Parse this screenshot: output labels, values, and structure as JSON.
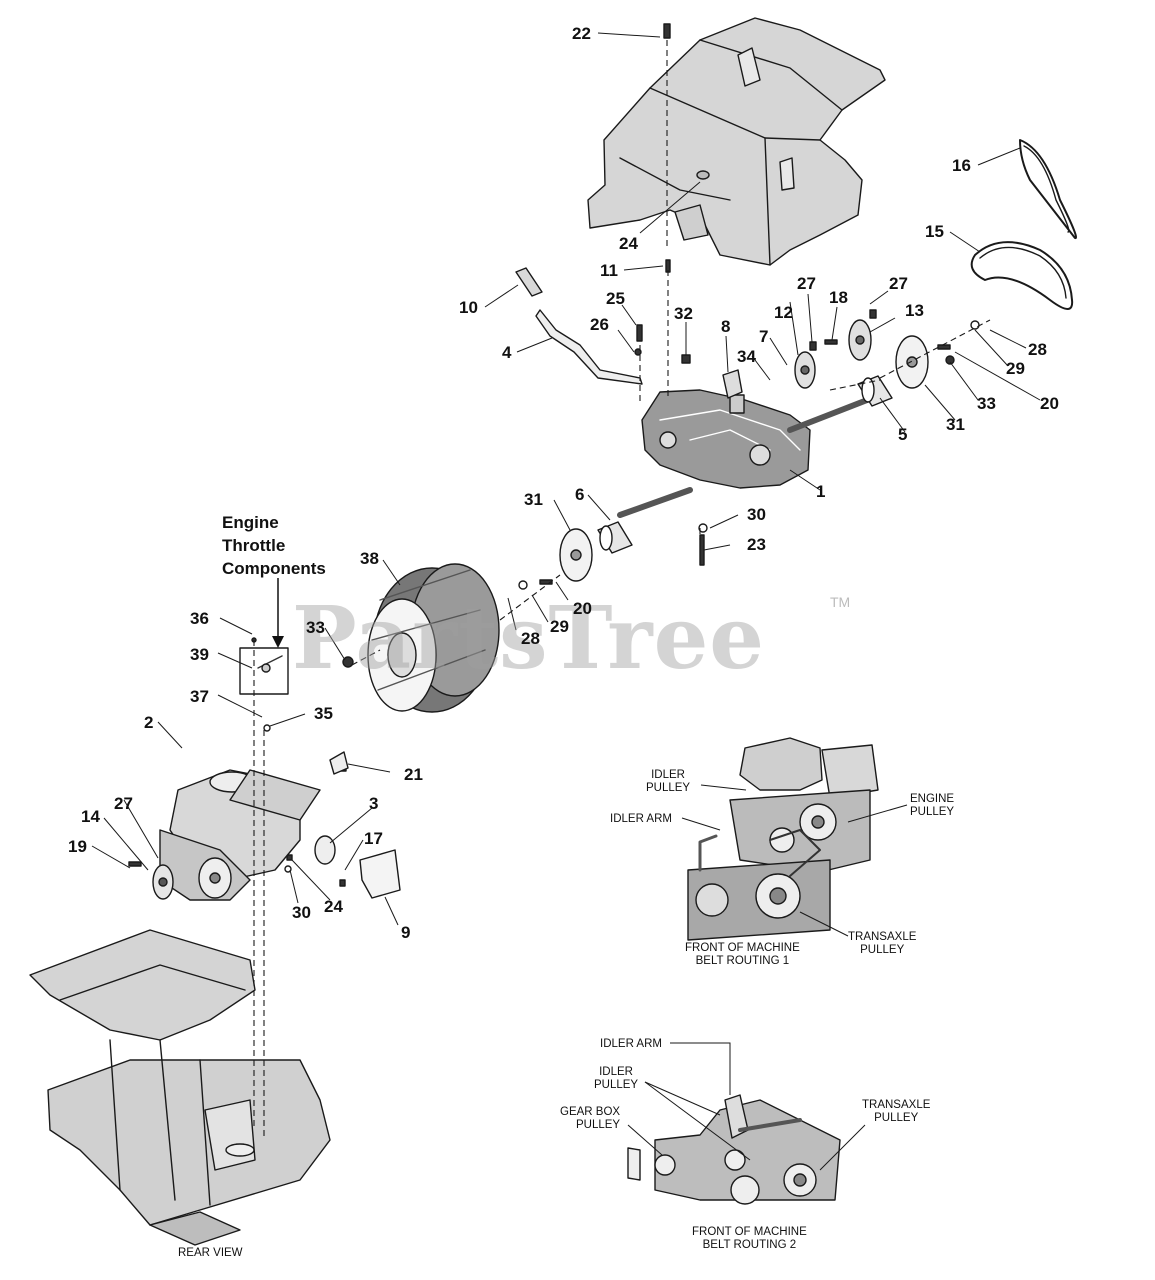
{
  "watermark": {
    "text": "PartsTree",
    "tm": "TM"
  },
  "title_block": {
    "line1": "Engine",
    "line2": "Throttle",
    "line3": "Components"
  },
  "callouts": {
    "c22": "22",
    "c16": "16",
    "c15": "15",
    "c24a": "24",
    "c11": "11",
    "c10": "10",
    "c25": "25",
    "c26": "26",
    "c4": "4",
    "c32": "32",
    "c8": "8",
    "c34": "34",
    "c7": "7",
    "c12": "12",
    "c27a": "27",
    "c18": "18",
    "c27b": "27",
    "c13": "13",
    "c28a": "28",
    "c29a": "29",
    "c20a": "20",
    "c33a": "33",
    "c31a": "31",
    "c5": "5",
    "c1": "1",
    "c31b": "31",
    "c6": "6",
    "c30a": "30",
    "c23": "23",
    "c38": "38",
    "c20b": "20",
    "c29b": "29",
    "c28b": "28",
    "c33b": "33",
    "c36": "36",
    "c39": "39",
    "c37": "37",
    "c35": "35",
    "c2": "2",
    "c21": "21",
    "c3": "3",
    "c27c": "27",
    "c14": "14",
    "c19": "19",
    "c17": "17",
    "c30b": "30",
    "c24b": "24",
    "c9": "9"
  },
  "belt_routing_1": {
    "idler_pulley": "IDLER\nPULLEY",
    "idler_arm": "IDLER ARM",
    "engine_pulley": "ENGINE\nPULLEY",
    "transaxle_pulley": "TRANSAXLE\nPULLEY",
    "caption": "FRONT OF MACHINE\nBELT ROUTING 1"
  },
  "belt_routing_2": {
    "idler_arm": "IDLER ARM",
    "idler_pulley": "IDLER\nPULLEY",
    "gear_box_pulley": "GEAR BOX\nPULLEY",
    "transaxle_pulley": "TRANSAXLE\nPULLEY",
    "caption": "FRONT OF MACHINE\nBELT ROUTING 2"
  },
  "rear_view": {
    "caption": "REAR VIEW"
  }
}
